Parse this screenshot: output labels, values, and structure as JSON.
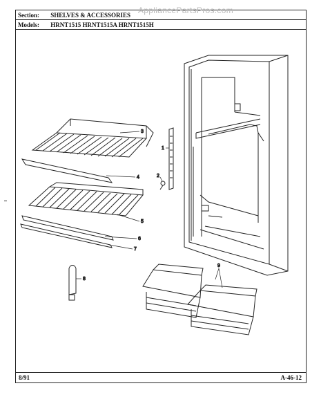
{
  "header": {
    "section_label": "Section:",
    "section_value": "SHELVES & ACCESSORIES",
    "models_label": "Models:",
    "models_value": "HRNT1515 HRNT1515A HRNT1515H"
  },
  "watermark": "AppliancePartsPros.com",
  "footer": {
    "date": "8/91",
    "page_code": "A-46-12"
  },
  "callouts": [
    "3",
    "4",
    "1",
    "2",
    "5",
    "6",
    "7",
    "8",
    "9"
  ],
  "colors": {
    "line": "#222222",
    "watermark": "#bbbbbb"
  }
}
